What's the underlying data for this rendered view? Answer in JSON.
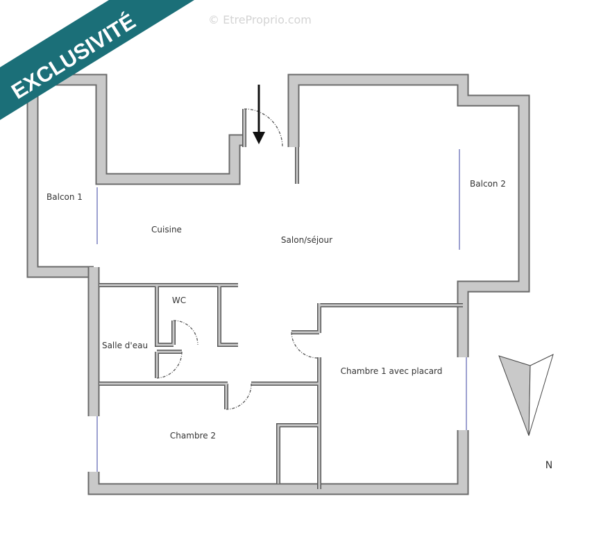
{
  "watermark": "© EtreProprio.com",
  "banner": {
    "text": "EXCLUSIVITÉ",
    "color": "#1b6f78"
  },
  "rooms": {
    "balcon1": "Balcon 1",
    "cuisine": "Cuisine",
    "salon": "Salon/séjour",
    "balcon2": "Balcon 2",
    "wc": "WC",
    "salle_eau": "Salle d'eau",
    "chambre1": "Chambre 1 avec placard",
    "chambre2": "Chambre 2"
  },
  "compass": {
    "label": "N",
    "icon": "north-arrow-icon"
  },
  "entrance": {
    "icon": "entrance-arrow-icon"
  }
}
